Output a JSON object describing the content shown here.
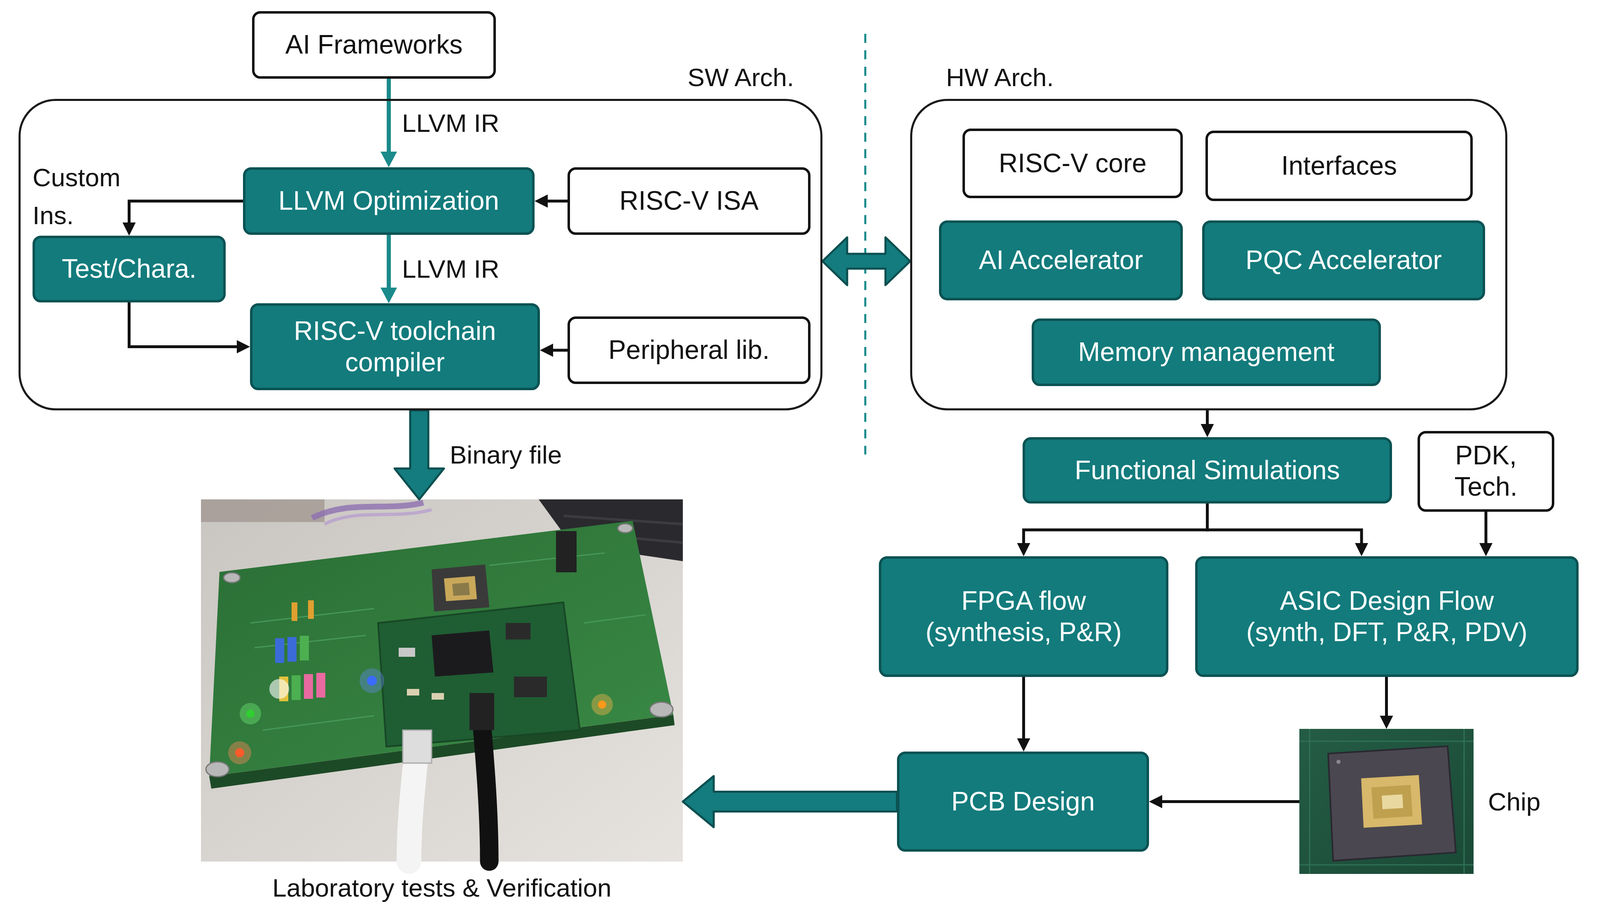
{
  "diagram": {
    "nodes": [
      {
        "text": [
          "AI Frameworks"
        ]
      },
      {
        "text": [
          "SW Arch."
        ]
      },
      {
        "text": [
          "LLVM Optimization"
        ],
        "in": 1
      },
      {
        "text": [
          "RISC-V ISA"
        ],
        "in": 1
      },
      {
        "text": [
          "Test/Chara."
        ],
        "in": 1
      },
      {
        "text": [
          "RISC-V toolchain compiler"
        ],
        "in": 1
      },
      {
        "text": [
          "Peripheral lib."
        ],
        "in": 1
      },
      {
        "text": [
          "HW Arch."
        ]
      },
      {
        "text": [
          "RISC-V core"
        ],
        "in": 7
      },
      {
        "text": [
          "Interfaces"
        ],
        "in": 7
      },
      {
        "text": [
          "AI Accelerator"
        ],
        "in": 7
      },
      {
        "text": [
          "PQC Accelerator"
        ],
        "in": 7
      },
      {
        "text": [
          "Memory management"
        ],
        "in": 7
      },
      {
        "text": [
          "Functional Simulations"
        ]
      },
      {
        "text": [
          "PDK, Tech."
        ]
      },
      {
        "text": [
          "FPGA flow (synthesis, P&R)"
        ]
      },
      {
        "text": [
          "ASIC Design Flow (synth, DFT, P&R, PDV)"
        ]
      },
      {
        "text": [
          "Chip"
        ]
      },
      {
        "text": [
          "Laboratory tests & Verification"
        ]
      },
      {
        "text": [
          "PCB Design"
        ]
      }
    ],
    "edges": [
      {
        "from": 0,
        "to": 2,
        "label": "LLVM IR",
        "arrow": "to"
      },
      {
        "from": 3,
        "to": 2,
        "arrow": "to"
      },
      {
        "from": 2,
        "to": 4,
        "label": "Custom Ins.",
        "arrow": "to"
      },
      {
        "from": 2,
        "to": 5,
        "label": "LLVM IR",
        "arrow": "to"
      },
      {
        "from": 4,
        "to": 5,
        "arrow": "to"
      },
      {
        "from": 6,
        "to": 5,
        "arrow": "to"
      },
      {
        "from": 1,
        "to": 7,
        "arrow": "both"
      },
      {
        "from": 1,
        "to": 18,
        "label": "Binary file",
        "arrow": "to"
      },
      {
        "from": 7,
        "to": 13,
        "arrow": "to"
      },
      {
        "from": 13,
        "to": 15,
        "arrow": "to"
      },
      {
        "from": 13,
        "to": 16,
        "arrow": "to"
      },
      {
        "from": 14,
        "to": 16,
        "arrow": "to"
      },
      {
        "from": 15,
        "to": 19,
        "arrow": "to"
      },
      {
        "from": 16,
        "to": 17,
        "arrow": "to"
      },
      {
        "from": 17,
        "to": 19,
        "arrow": "to"
      },
      {
        "from": 19,
        "to": 18,
        "arrow": "to"
      }
    ]
  }
}
